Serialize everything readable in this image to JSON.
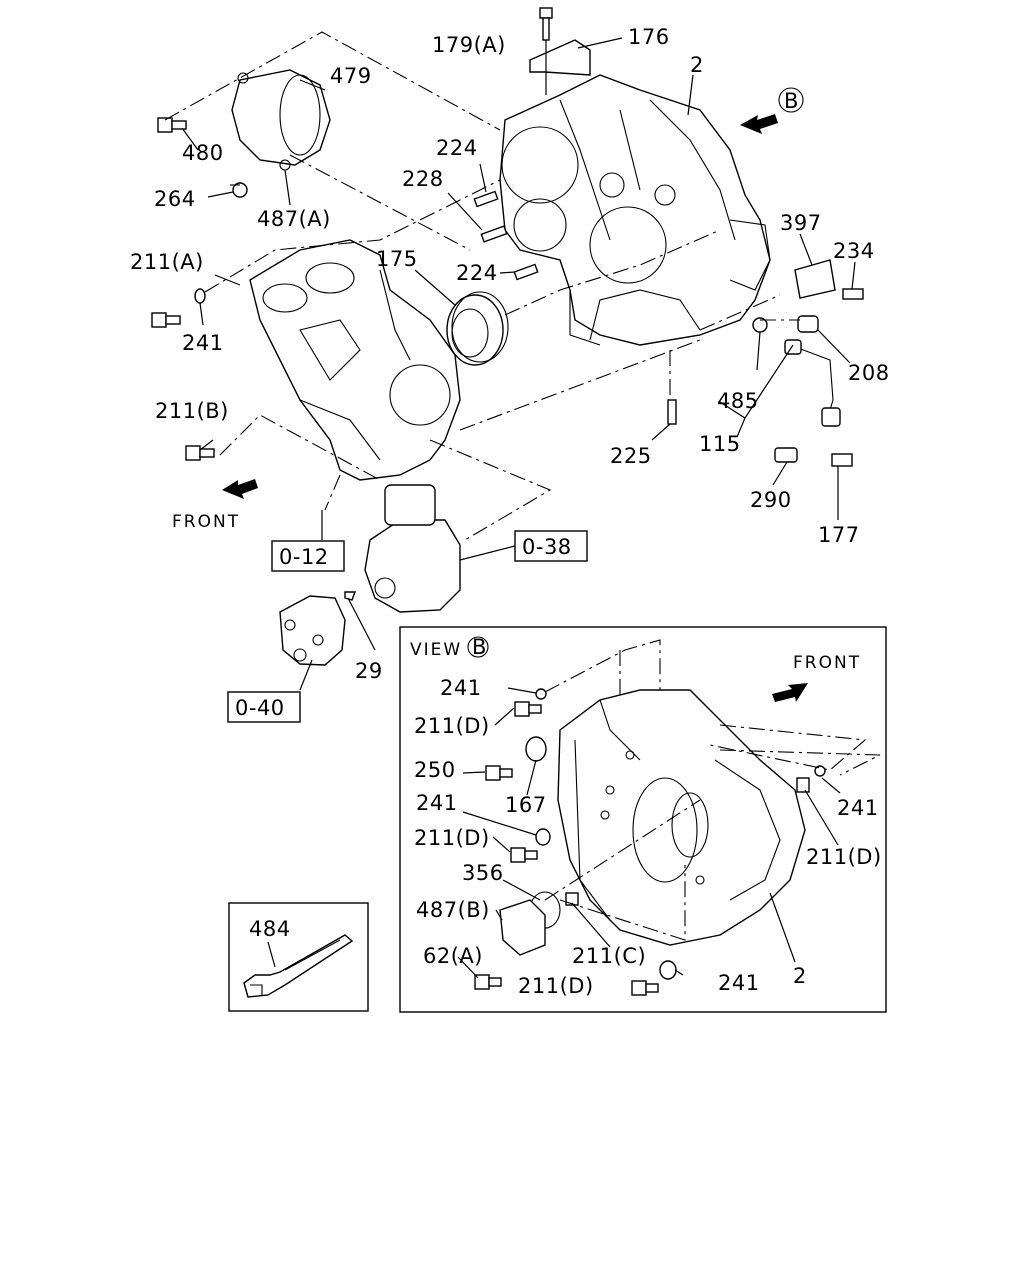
{
  "labels": {
    "l179a": "179(A)",
    "l176": "176",
    "l2a": "2",
    "l479": "479",
    "l480": "480",
    "l264": "264",
    "l487a": "487(A)",
    "l224a": "224",
    "l228": "228",
    "l397": "397",
    "l234": "234",
    "l211a": "211(A)",
    "l175": "175",
    "l224b": "224",
    "l241a": "241",
    "l208": "208",
    "l485": "485",
    "l211b": "211(B)",
    "l115": "115",
    "l225": "225",
    "l290": "290",
    "l177": "177",
    "l29": "29",
    "l241b": "241",
    "l211d1": "211(D)",
    "l250": "250",
    "l167": "167",
    "l241c": "241",
    "l211d2": "211(D)",
    "l356": "356",
    "l487b": "487(B)",
    "l62a": "62(A)",
    "l211c": "211(C)",
    "l211d3": "211(D)",
    "l241d": "241",
    "l2b": "2",
    "l241e": "241",
    "l211d4": "211(D)",
    "l484": "484"
  },
  "refs": {
    "r012": "0-12",
    "r038": "0-38",
    "r040": "0-40"
  },
  "view_b": {
    "title": "VIEW",
    "marker": "B",
    "front": "FRONT"
  },
  "main": {
    "front": "FRONT",
    "marker_b": "B"
  }
}
